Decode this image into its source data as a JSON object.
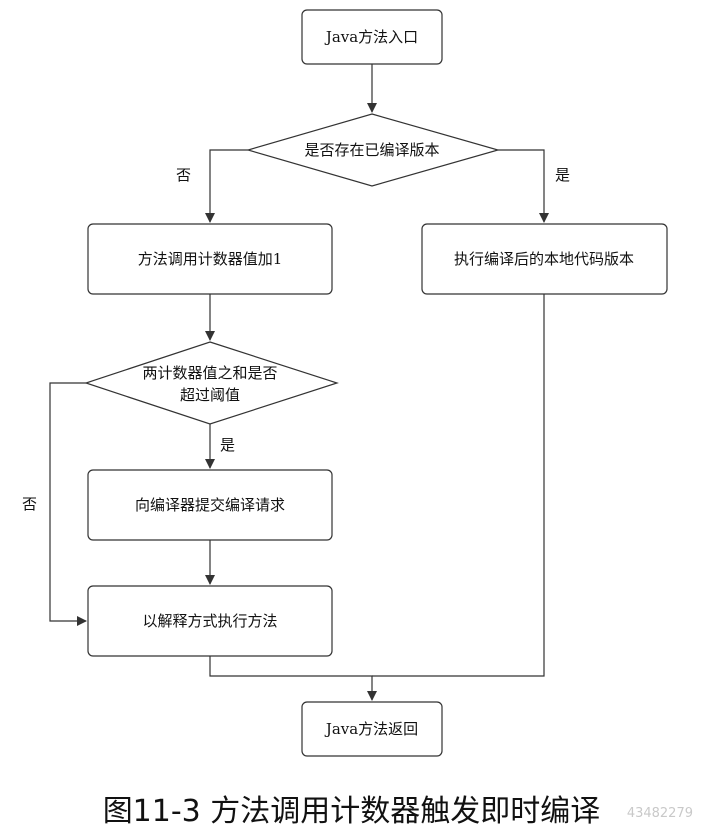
{
  "nodes": {
    "entry": "Java方法入口",
    "check_compiled": "是否存在已编译版本",
    "increment_counter": "方法调用计数器值加1",
    "run_native": "执行编译后的本地代码版本",
    "check_threshold_line1": "两计数器值之和是否",
    "check_threshold_line2": "超过阈值",
    "submit_compile": "向编译器提交编译请求",
    "interpret": "以解释方式执行方法",
    "return": "Java方法返回"
  },
  "edge_labels": {
    "no_compiled": "否",
    "yes_compiled": "是",
    "yes_threshold": "是",
    "no_threshold": "否"
  },
  "caption": "图11-3 方法调用计数器触发即时编译",
  "watermark": "43482279"
}
